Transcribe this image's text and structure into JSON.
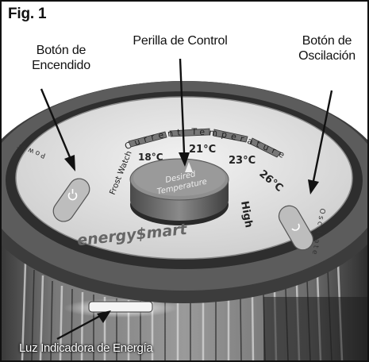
{
  "figure": {
    "number_label": "Fig. 1"
  },
  "callouts": {
    "power_button_line1": "Botón de",
    "power_button_line2": "Encendido",
    "control_knob": "Perilla de Control",
    "oscillation_line1": "Botón de",
    "oscillation_line2": "Oscilación",
    "power_light": "Luz Indicadora de Energía"
  },
  "control_panel": {
    "current_temperature_label": "Current Temperature",
    "temperatures": [
      "18°C",
      "21°C",
      "23°C",
      "26°C"
    ],
    "frost_watch_label": "Frost Watch",
    "high_label": "High",
    "knob_label_line1": "Desired",
    "knob_label_line2": "Temperature",
    "brand_logo": "energy$mart",
    "power_button_side_text": "Power",
    "oscillation_side_text": "Oscillate"
  },
  "colors": {
    "outer_rim": "#4a4a4a",
    "panel_face": "#e4e4e4",
    "knob_top": "#8a8a8a",
    "fins": "#6e6e6e",
    "power_light": "#f2f2f2"
  }
}
